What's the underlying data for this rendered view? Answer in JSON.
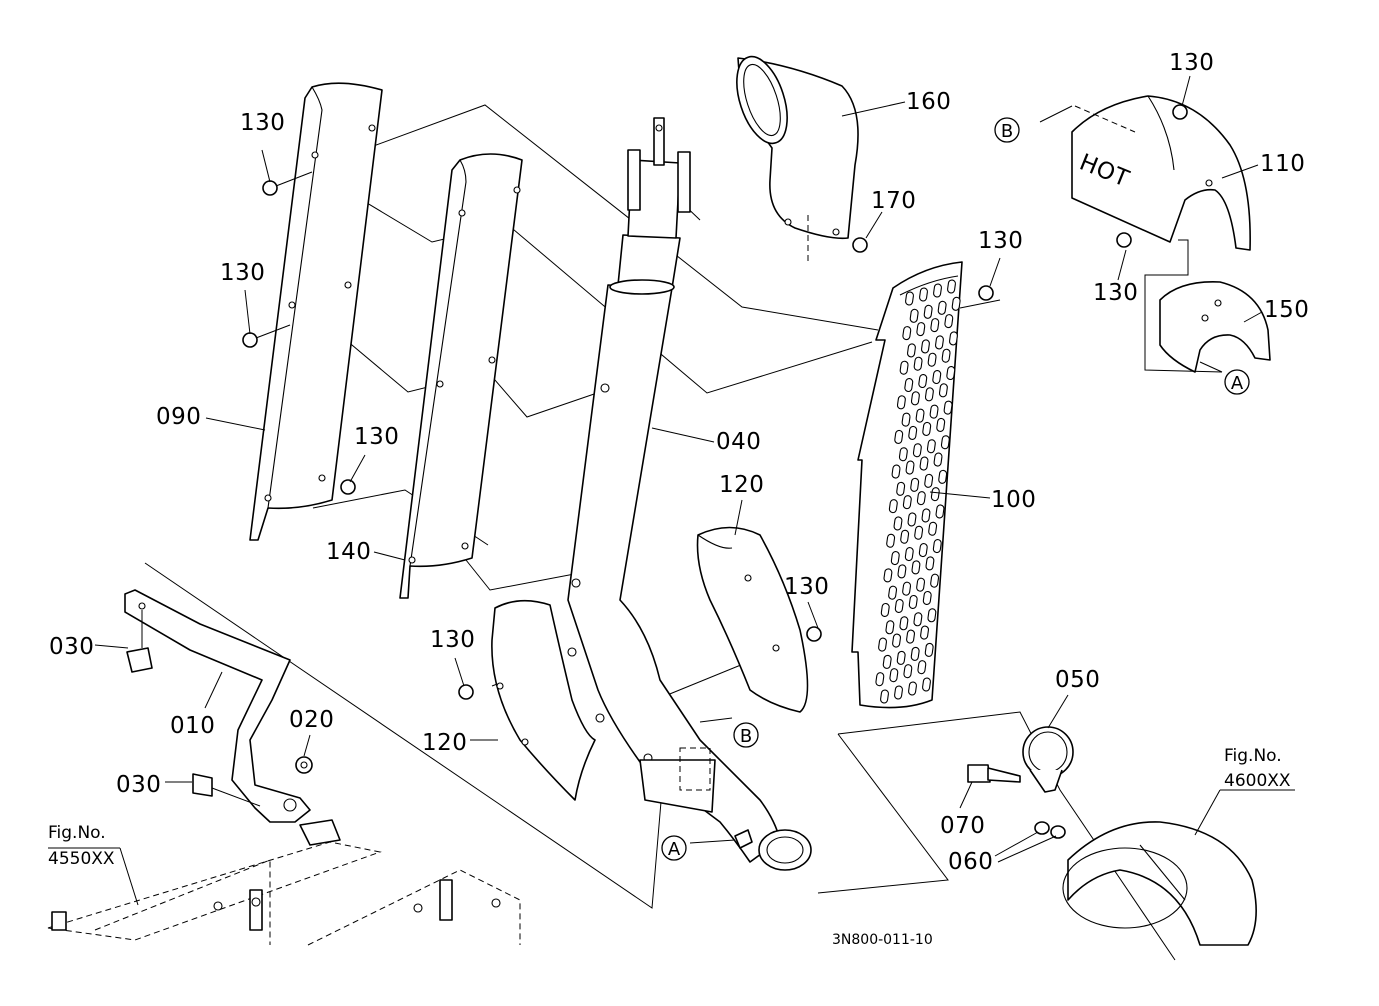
{
  "diagram": {
    "part_labels": {
      "p010": "010",
      "p020": "020",
      "p030a": "030",
      "p030b": "030",
      "p040": "040",
      "p050": "050",
      "p060": "060",
      "p070": "070",
      "p090": "090",
      "p100": "100",
      "p110": "110",
      "p120a": "120",
      "p120b": "120",
      "p130a": "130",
      "p130b": "130",
      "p130c": "130",
      "p130d": "130",
      "p130e": "130",
      "p130f": "130",
      "p130g": "130",
      "p140": "140",
      "p150": "150",
      "p160": "160",
      "p170": "170"
    },
    "callouts": {
      "a1": "A",
      "a2": "A",
      "b1": "B",
      "b2": "B"
    },
    "stamp_text": "HOT",
    "fig_ref_left": {
      "label": "Fig.No.",
      "number": "4550XX"
    },
    "fig_ref_right": {
      "label": "Fig.No.",
      "number": "4600XX"
    },
    "drawing_code": "3N800-011-10"
  }
}
